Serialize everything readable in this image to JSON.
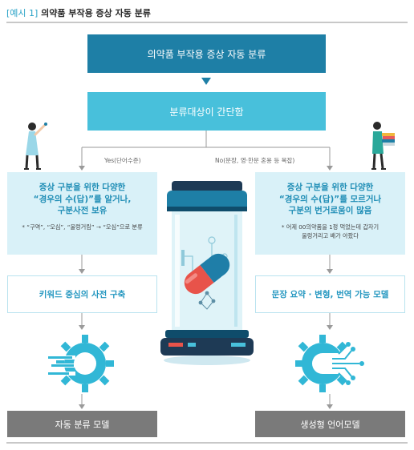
{
  "header": {
    "label": "[예시 1]",
    "title": "의약품 부작용 증상 자동 분류"
  },
  "flow": {
    "top_box": "의약품 부작용 증상 자동 분류",
    "second_box": "분류대상이 간단함",
    "yes_label": "Yes(단어수준)",
    "no_label": "No(문장, 영·한문 혼용 등 복잡)",
    "left": {
      "main": "증상 구분을 위한 다양한\n“경우의 수(답)”를 알거나,\n구분사전 보유",
      "note": "* “구역”, “오심”, “울렁거림” → “오심”으로 분류",
      "step2": "키워드 중심의 사전 구축",
      "result": "자동 분류 모델"
    },
    "right": {
      "main": "증상 구분을 위한 다양한\n“경우의 수(답)”를 모르거나\n구분의 번거로움이 많음",
      "note": "* 어제 00의약품을 1정 먹었는데 갑자기\n울렁거리고 배가 아팠다",
      "step2": "문장 요약 · 변형, 번역 가능 모델",
      "result": "생성형 언어모델"
    }
  },
  "colors": {
    "dark_teal": "#1e7fa6",
    "light_teal": "#48c0db",
    "pale_blue": "#d9f1f8",
    "gray": "#7a7a7a",
    "arrow": "#8a8a8a"
  },
  "icons": [
    "gear-lines-icon",
    "ai-gear-circuit-icon",
    "pill-capsule-icon",
    "scientist-figure-icon",
    "person-with-books-icon"
  ]
}
